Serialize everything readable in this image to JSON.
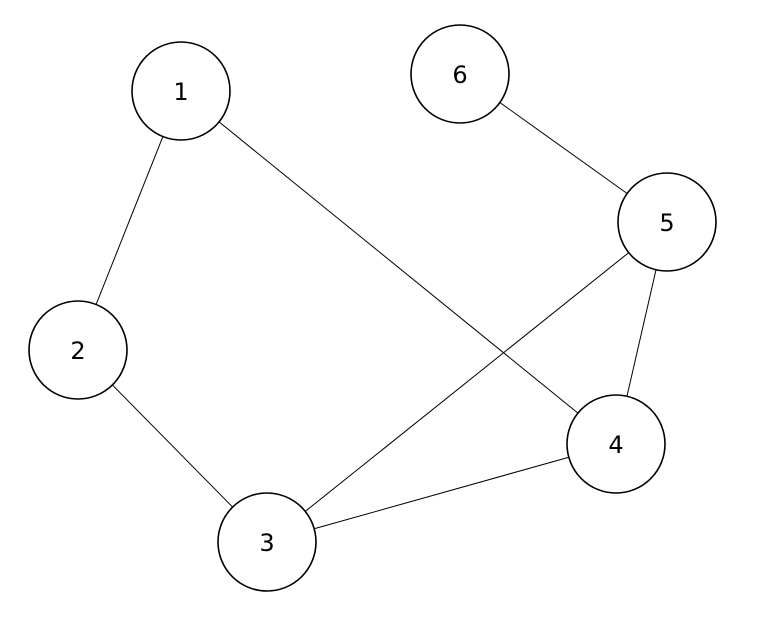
{
  "graph": {
    "nodes": [
      {
        "id": "1",
        "label": "1"
      },
      {
        "id": "2",
        "label": "2"
      },
      {
        "id": "3",
        "label": "3"
      },
      {
        "id": "4",
        "label": "4"
      },
      {
        "id": "5",
        "label": "5"
      },
      {
        "id": "6",
        "label": "6"
      }
    ],
    "edges": [
      {
        "from": "1",
        "to": "2"
      },
      {
        "from": "1",
        "to": "4"
      },
      {
        "from": "2",
        "to": "3"
      },
      {
        "from": "3",
        "to": "4"
      },
      {
        "from": "3",
        "to": "5"
      },
      {
        "from": "4",
        "to": "5"
      },
      {
        "from": "5",
        "to": "6"
      }
    ],
    "colors": {
      "node_fill": "#ffffff",
      "node_stroke": "#000000",
      "edge_stroke": "#000000",
      "label": "#000000"
    }
  }
}
